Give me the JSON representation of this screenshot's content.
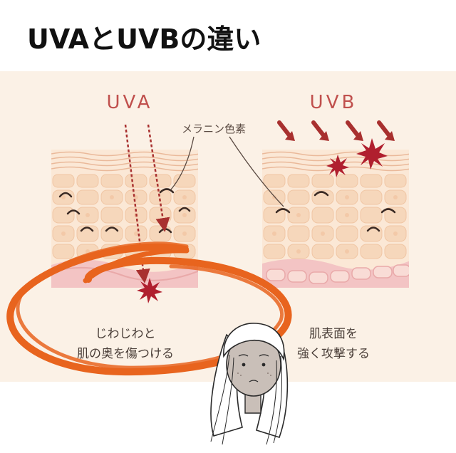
{
  "title": "UVAとUVBの違い",
  "uva": {
    "label": "UVA",
    "caption_line1": "じわじわと",
    "caption_line2": "肌の奥を傷つける"
  },
  "uvb": {
    "label": "UVB",
    "caption_line1": "肌表面を",
    "caption_line2": "強く攻撃する"
  },
  "melanin_label": "メラニン色素",
  "colors": {
    "label_red": "#c0504d",
    "arrow_red": "#a8302f",
    "star_red": "#b01f2e",
    "skin_light": "#f8e2cc",
    "cell": "#f6d7bb",
    "dermis_pink": "#f3c4c4",
    "dermis_cell": "#f9dcd6",
    "scribble_orange": "#e8641e",
    "panel_bg": "#fbf1e6"
  },
  "icons": [
    "down-arrow-dashed-icon",
    "starburst-damage-icon",
    "diagonal-arrow-icon",
    "woman-face-icon",
    "scribble-circle-icon"
  ]
}
